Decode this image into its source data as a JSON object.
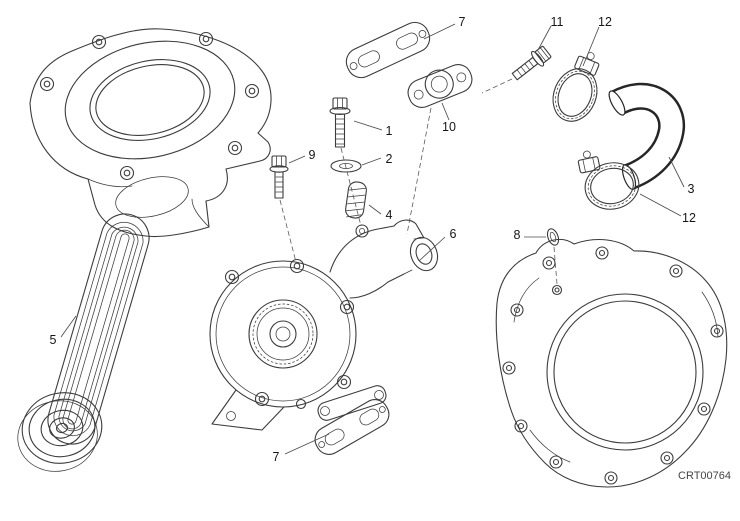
{
  "page": {
    "background": "#ffffff",
    "line_color": "#3c3c3c"
  },
  "diagram": {
    "drawing_code": "CRT00764",
    "callouts": [
      {
        "label": "7"
      },
      {
        "label": "11"
      },
      {
        "label": "12"
      },
      {
        "label": "1"
      },
      {
        "label": "10"
      },
      {
        "label": "2"
      },
      {
        "label": "9"
      },
      {
        "label": "4"
      },
      {
        "label": "6"
      },
      {
        "label": "8"
      },
      {
        "label": "3"
      },
      {
        "label": "12"
      },
      {
        "label": "5"
      },
      {
        "label": "7"
      }
    ]
  }
}
